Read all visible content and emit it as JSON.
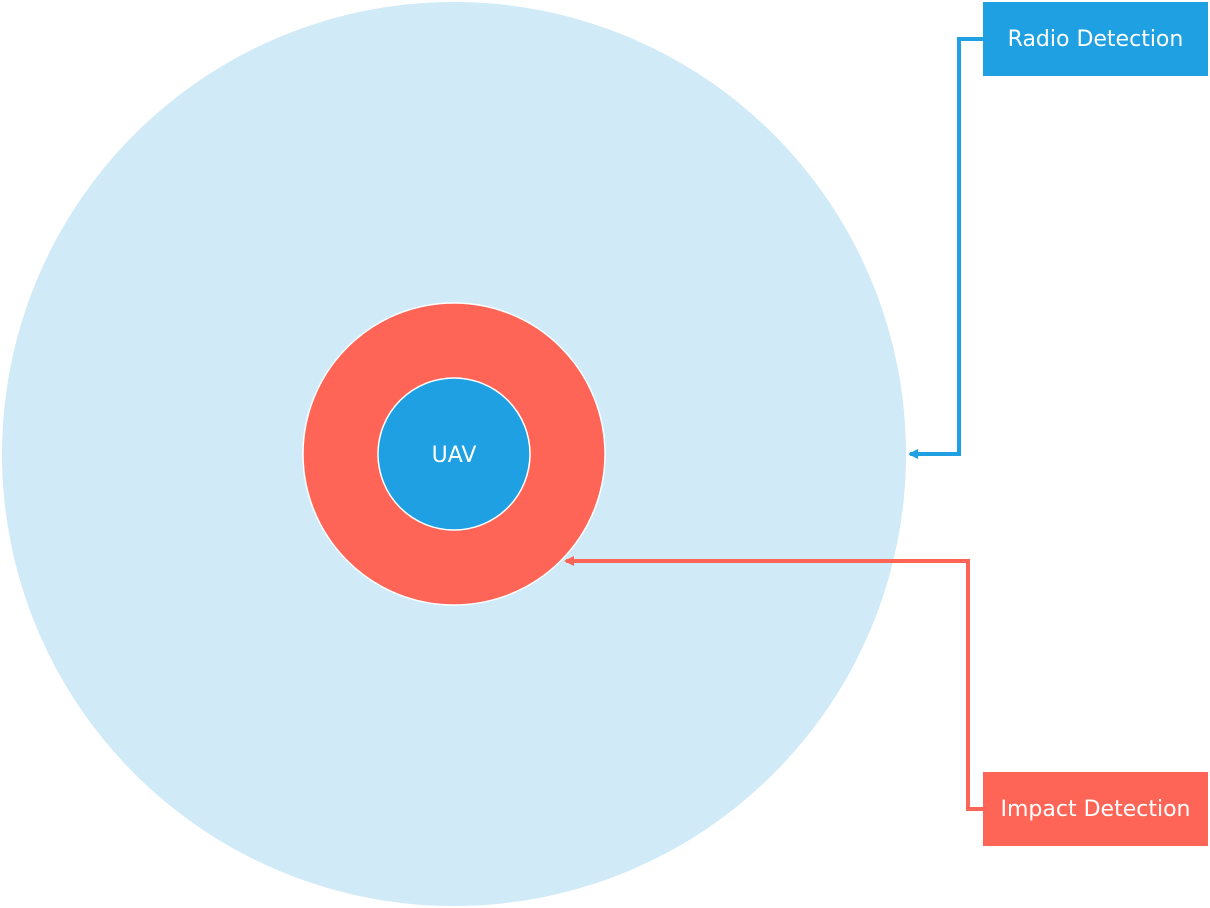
{
  "diagram": {
    "center_label": "UAV",
    "radio_label": "Radio Detection",
    "impact_label": "Impact Detection"
  },
  "colors": {
    "radio_zone": "#d0eaf7",
    "impact_zone": "#fe6557",
    "uav_core": "#1ea0e2",
    "radio_accent": "#1ea0e2",
    "impact_accent": "#fe6557"
  }
}
